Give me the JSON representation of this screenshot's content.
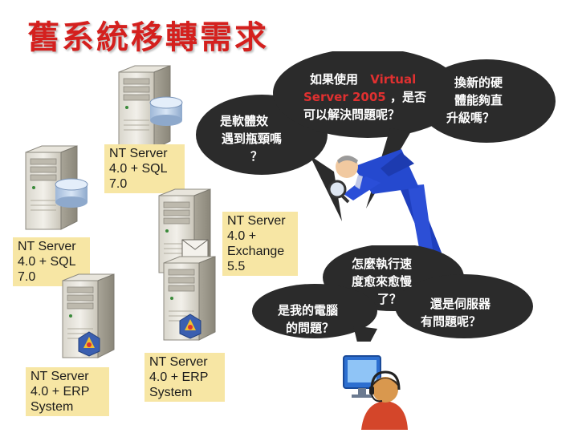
{
  "title": "舊系統移轉需求",
  "labels": {
    "sql_top": [
      "NT Server",
      "4.0 + SQL",
      "7.0"
    ],
    "sql_left": [
      "NT Server",
      "4.0 + SQL",
      "7.0"
    ],
    "exchange": [
      "NT Server",
      "4.0 +",
      "Exchange",
      "5.5"
    ],
    "erp_left": [
      "NT Server",
      "4.0 + ERP",
      "System"
    ],
    "erp_mid": [
      "NT Server",
      "4.0 + ERP",
      "System"
    ]
  },
  "bubble_top": {
    "left_lines": [
      "是軟體效",
      "遇到瓶頸嗎",
      "？"
    ],
    "center_line1_prefix": "如果使用",
    "center_line1_highlight": "Virtual",
    "center_line2_highlight": "Server 2005",
    "center_line2_suffix": "，是否",
    "center_line3": "可以解決問題呢？",
    "right_lines": [
      "換新的硬",
      "體能夠直",
      "升級嗎？"
    ]
  },
  "bubble_bottom": {
    "center_lines": [
      "怎麼執行速",
      "度愈來愈慢",
      "了？"
    ],
    "left_lines": [
      "是我的電腦",
      "的問題？"
    ],
    "right_lines": [
      "還是伺服器",
      "有問題呢？"
    ]
  },
  "colors": {
    "title": "#d4201e",
    "label_bg": "#f7e6a4",
    "bubble_bg": "#2b2b2b",
    "highlight": "#e03030"
  },
  "icons": [
    "server-icon",
    "database-icon",
    "mail-icon",
    "app-icon",
    "businessman-magnifier",
    "user-headset"
  ]
}
